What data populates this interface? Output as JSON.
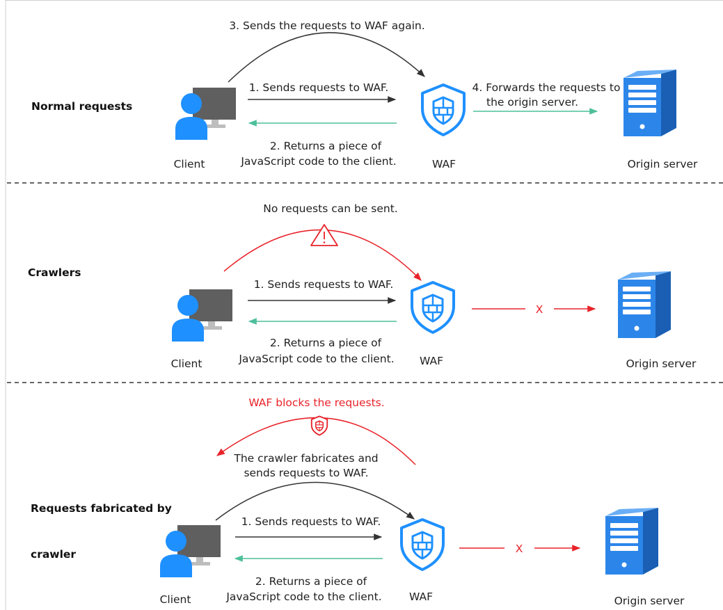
{
  "colors": {
    "black_arrow": "#333333",
    "green_arrow": "#4dbf9b",
    "red_arrow": "#e8232a",
    "shield_blue": "#1e90ff",
    "server_blue": "#2c86ea",
    "client_blue": "#1e90ff",
    "monitor_gray": "#5f5f5f",
    "divider": "#333333"
  },
  "icons": {
    "client": "person-with-monitor-icon",
    "waf": "shield-icon",
    "server": "server-tower-icon",
    "warning": "warning-triangle-icon",
    "blocked": "small-shield-icon"
  },
  "sections": {
    "normal": {
      "heading": "Normal requests",
      "top_arc_label": "3. Sends the requests to WAF again.",
      "send_label": "1. Sends requests to WAF.",
      "return_label_line1": "2. Returns a piece of",
      "return_label_line2": "JavaScript code to the client.",
      "forward_label_line1": "4. Forwards the requests to",
      "forward_label_line2": "the origin server.",
      "client_label": "Client",
      "waf_label": "WAF",
      "server_label": "Origin server"
    },
    "crawlers": {
      "heading": "Crawlers",
      "top_arc_label": "No requests can be sent.",
      "send_label": "1. Sends requests to WAF.",
      "return_label_line1": "2. Returns a piece of",
      "return_label_line2": "JavaScript code to the client.",
      "blocked_mark": "X",
      "client_label": "Client",
      "waf_label": "WAF",
      "server_label": "Origin server"
    },
    "fabricated": {
      "heading_line1": "Requests fabricated by",
      "heading_line2": "crawler",
      "block_label": "WAF blocks the requests.",
      "fabricate_label_line1": "The crawler fabricates and",
      "fabricate_label_line2": "sends requests to WAF.",
      "send_label": "1. Sends requests to WAF.",
      "return_label_line1": "2. Returns a piece of",
      "return_label_line2": "JavaScript code to the client.",
      "blocked_mark": "X",
      "client_label": "Client",
      "waf_label": "WAF",
      "server_label": "Origin server"
    }
  }
}
